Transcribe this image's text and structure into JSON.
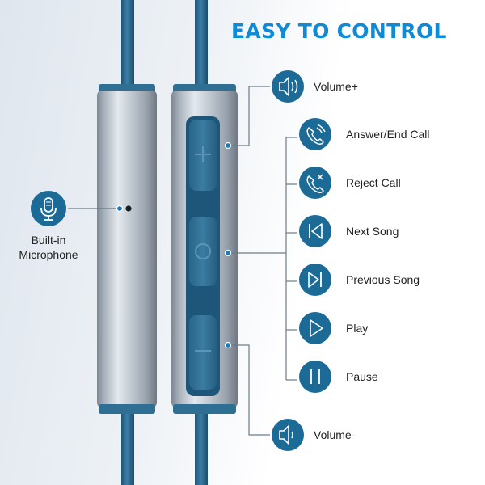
{
  "title": "EASY TO CONTROL",
  "colors": {
    "accent": "#1c6a96",
    "title_blue": "#0e8ad6",
    "cable": "#2f6f94",
    "metal": "#b9c2cc"
  },
  "microphone": {
    "label_line1": "Built-in",
    "label_line2": "Microphone",
    "icon": "microphone-icon"
  },
  "buttons": {
    "plus": "volume-up-button",
    "middle": "multi-function-button",
    "minus": "volume-down-button"
  },
  "functions": [
    {
      "label": "Volume+",
      "icon": "speaker-volume-up-icon"
    },
    {
      "label": "Answer/End Call",
      "icon": "phone-ringing-icon"
    },
    {
      "label": "Reject Call",
      "icon": "phone-reject-icon"
    },
    {
      "label": "Next Song",
      "icon": "skip-back-icon"
    },
    {
      "label": "Previous Song",
      "icon": "skip-forward-icon"
    },
    {
      "label": "Play",
      "icon": "play-icon"
    },
    {
      "label": "Pause",
      "icon": "pause-icon"
    },
    {
      "label": "Volume-",
      "icon": "speaker-volume-down-icon"
    }
  ]
}
